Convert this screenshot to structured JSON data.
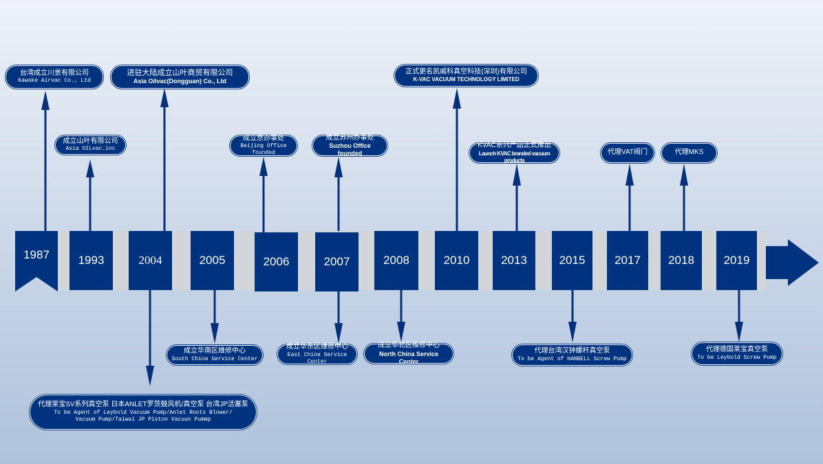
{
  "years": [
    "1987",
    "1993",
    "2004",
    "2005",
    "2006",
    "2007",
    "2008",
    "2010",
    "2013",
    "2015",
    "2017",
    "2018",
    "2019"
  ],
  "events": {
    "e1987_cn": "台湾成立川景有限公司",
    "e1987_en": "Kawake Airvac Co., Ltd",
    "e1993_cn": "成立山叶有限公司",
    "e1993_en": "Asia OILvac.inc",
    "e2004a_cn": "进驻大陆成立山叶商贸有限公司",
    "e2004a_en": "Asia Oilvac(Dongguan) Co., Ltd",
    "e2004b_cn": "代理莱宝SV系列真空泵 日本ANLET罗茨鼓风机/真空泵 台湾JP活塞泵",
    "e2004b_en1": "To be Agent of Leybold Vacuum Pump/Anlet Roots Blower/",
    "e2004b_en2": "Vacuum Pump/Taiwai JP Piston Vacuun Pummp",
    "e2005_cn": "成立华南区维修中心",
    "e2005_en": "South China Service Center",
    "e2006_cn": "成立京办事处",
    "e2006_en": "Beijing Office founded",
    "e2007a_cn": "成立苏州办事处",
    "e2007a_en": "Suzhou Office founded",
    "e2007b_cn": "成立华东区维修中心",
    "e2007b_en": "East China Service Center",
    "e2008_cn": "成立华北区维修中心",
    "e2008_en": "North China Service Center",
    "e2010_cn": "正式更名凯威科真空科技(深圳)有限公司",
    "e2010_en": "K-VAC VACUUM TECHNOLOGY LIMITED",
    "e2013_cn": "KVAC系列产品正式推出",
    "e2013_en": "Launch KVAC branded vacuum products",
    "e2015_cn": "代理台湾汉钟螺杆真空泵",
    "e2015_en": "To be Agent of HANBELL Screw Pump",
    "e2017_cn": "代理VAT阀门",
    "e2018_cn": "代理MKS",
    "e2019_cn": "代理德国莱宝真空泵",
    "e2019_en": "To be Leybold Screw Pump"
  },
  "colors": {
    "primary": "#00337f",
    "band": "#d2d5da",
    "line": "#05307a"
  }
}
